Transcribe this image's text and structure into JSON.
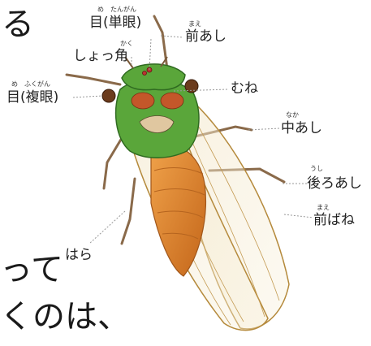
{
  "background_text": {
    "top_right": "る",
    "bottom_a": "って",
    "bottom_b": "くのは、"
  },
  "labels": {
    "simple_eye": {
      "ruby": "め　たんがん",
      "text": "目(単眼)"
    },
    "antenna": {
      "ruby": "かく",
      "text": "しょっ角"
    },
    "compound_eye": {
      "ruby": "め　ふくがん",
      "text": "目(複眼)"
    },
    "foreleg": {
      "ruby": "まえ",
      "text": "前あし"
    },
    "thorax": {
      "ruby": "",
      "text": "むね"
    },
    "midleg": {
      "ruby": "なか",
      "text": "中あし"
    },
    "hindleg": {
      "ruby": "うし",
      "text": "後ろあし"
    },
    "forewing": {
      "ruby": "まえ",
      "text": "前ばね"
    },
    "abdomen": {
      "ruby": "",
      "text": "はら"
    }
  },
  "colors": {
    "head_green": "#5aa63a",
    "eye_brown": "#6b3b1c",
    "body_orange": "#d98a2a",
    "wing_vein": "#b58a3c",
    "leader_line": "#999999"
  }
}
